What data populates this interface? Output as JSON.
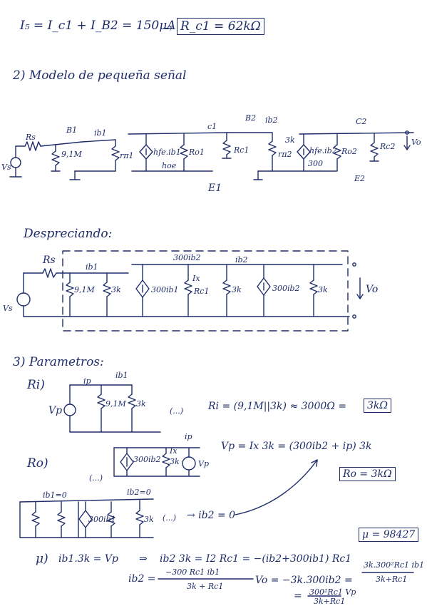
{
  "top": {
    "eq": "I₅ = I_c1 + I_B2 = 150μA",
    "result": "R_c1 = 62kΩ"
  },
  "section2": {
    "title": "2) Modelo de pequeña señal",
    "labels": {
      "rs": "Rs",
      "b1": "B1",
      "ib1": "ib1",
      "r1": "9,1M",
      "rpi1": "rπ1",
      "gm1": "hfe.ib1",
      "hoe1": "hoe",
      "ro1": "Ro1",
      "c1": "c1",
      "rc1": "Rc1",
      "e1": "E1",
      "b2": "B2",
      "ib2": "ib2",
      "rpi2": "rπ2",
      "r3k": "3k",
      "gm2": "hfe.ib2",
      "g300": "300",
      "ro2": "Ro2",
      "c2": "C2",
      "rc2": "Rc2",
      "vo": "Vo",
      "e2": "E2",
      "vs": "Vs"
    }
  },
  "section_simpl": {
    "title": "Despreciando:",
    "labels": {
      "rs": "Rs",
      "ib1": "ib1",
      "r1": "9,1M",
      "r3k1": "3k",
      "dep1": "300ib1",
      "ib2top": "300ib2",
      "ix": "Ix",
      "rc1": "Rc1",
      "r3k2": "3k",
      "ib2": "ib2",
      "dep2": "300ib2",
      "r3k3": "3k",
      "vo": "Vo",
      "vs": "Vs"
    }
  },
  "section3": {
    "title": "3) Parametros:",
    "ri": {
      "label": "Ri)",
      "ip": "ip",
      "ib1": "ib1",
      "vp": "Vp",
      "r1": "9,1M",
      "r2": "3k",
      "dots": "(...)",
      "eq": "Ri = (9,1M||3k) ≈ 3000Ω =",
      "result": "3kΩ"
    },
    "ro": {
      "label": "Ro)",
      "dots": "(...)",
      "ip": "ip",
      "ix": "Ix",
      "dep": "300ib2",
      "r3k": "3k",
      "vp": "Vp",
      "eq": "Vp = Ix 3k = (300ib2 + ip) 3k",
      "result": "Ro = 3kΩ"
    },
    "ro2": {
      "ib1": "ib1=0",
      "dep": "300ib1",
      "ib2": "ib2=0",
      "r3k": "3k",
      "dots": "(...)",
      "eq": "→ ib2 = 0"
    },
    "mu": {
      "label": "μ)",
      "eq1": "ib1.3k = Vp",
      "eq2": "ib2 3k = I2 Rc1 = −(ib2+300ib1) Rc1",
      "frac1_num": "−300 Rc1 ib1",
      "frac1_den": "3k + Rc1",
      "ib2_lhs": "ib2 =",
      "vo_lhs": "Vo = −3k.300ib2 =",
      "frac2_num": "3k.300²Rc1 ib1",
      "frac2_den": "3k+Rc1",
      "frac3_num": "300²Rc1 Vp",
      "frac3_den": "3k+Rc1",
      "result": "μ = 98427"
    }
  }
}
